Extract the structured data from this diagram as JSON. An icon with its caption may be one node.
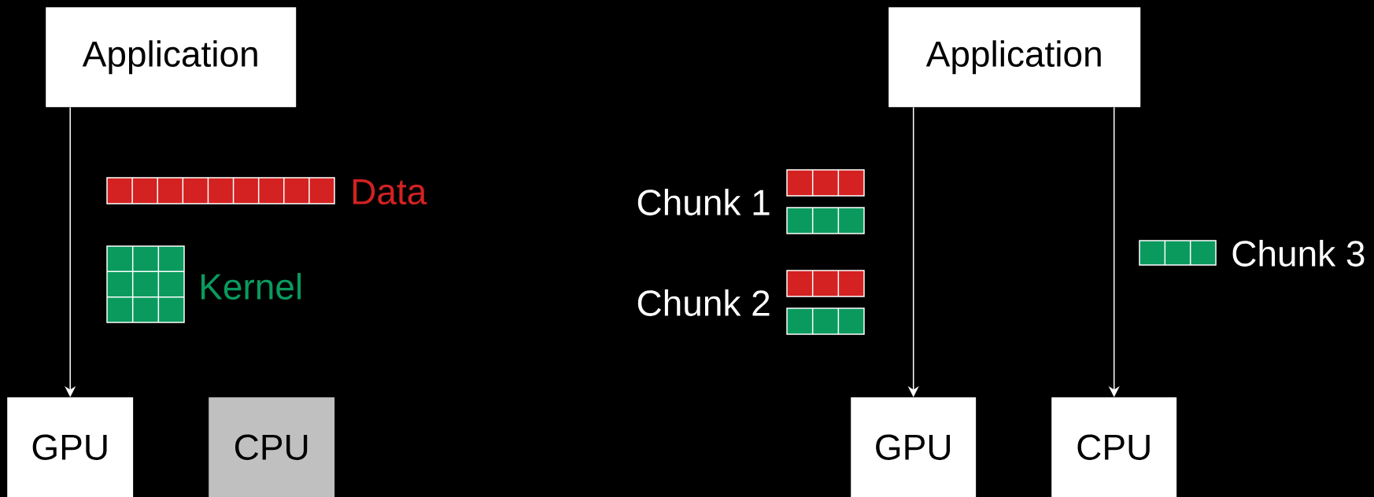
{
  "diagram": {
    "nodes": [
      {
        "text": [
          "Application"
        ]
      },
      {
        "text": [
          "GPU"
        ]
      },
      {
        "text": [
          "CPU"
        ]
      },
      {
        "text": [
          "Application"
        ]
      },
      {
        "text": [
          "GPU"
        ]
      },
      {
        "text": [
          "CPU"
        ]
      }
    ],
    "edges": [
      {
        "from": 0,
        "to": 1,
        "arrow": "to"
      },
      {
        "from": 3,
        "to": 4,
        "arrow": "to"
      },
      {
        "from": 3,
        "to": 5,
        "arrow": "to"
      }
    ],
    "labels": [
      "Data",
      "Kernel",
      "Chunk 1",
      "Chunk 2",
      "Chunk 3"
    ]
  }
}
